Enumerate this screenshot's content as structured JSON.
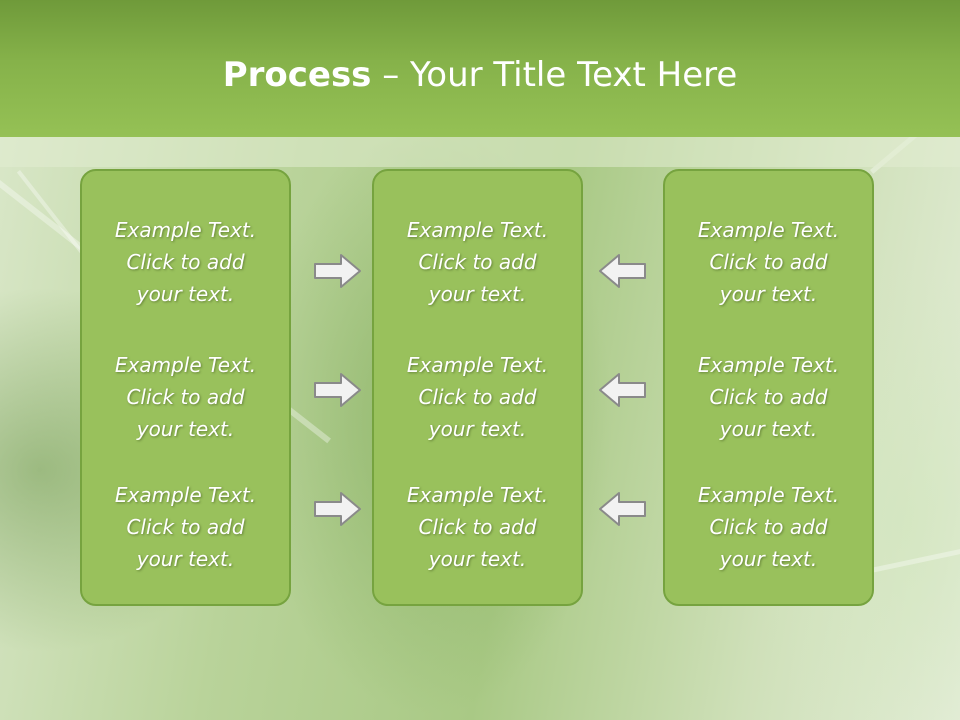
{
  "title": {
    "strong": "Process",
    "rest": " – Your Title Text Here"
  },
  "panels": [
    {
      "blocks": [
        [
          "Example Text.",
          "Click  to add",
          "your text."
        ],
        [
          "Example Text.",
          "Click  to add",
          "your text."
        ],
        [
          "Example Text.",
          "Click  to add",
          "your text."
        ]
      ]
    },
    {
      "blocks": [
        [
          "Example Text.",
          "Click  to add",
          "your text."
        ],
        [
          "Example Text.",
          "Click  to add",
          "your text."
        ],
        [
          "Example Text.",
          "Click  to add",
          "your text."
        ]
      ]
    },
    {
      "blocks": [
        [
          "Example Text.",
          "Click  to add",
          "your text."
        ],
        [
          "Example Text.",
          "Click  to add",
          "your text."
        ],
        [
          "Example Text.",
          "Click  to add",
          "your text."
        ]
      ]
    }
  ],
  "arrows": {
    "left_column": [
      "right-arrow-icon",
      "right-arrow-icon",
      "right-arrow-icon"
    ],
    "right_column": [
      "left-arrow-icon",
      "left-arrow-icon",
      "left-arrow-icon"
    ]
  },
  "colors": {
    "header": "#86b24a",
    "panel_fill": "#99c15c",
    "panel_border": "#76a33f",
    "text": "#ffffff"
  }
}
